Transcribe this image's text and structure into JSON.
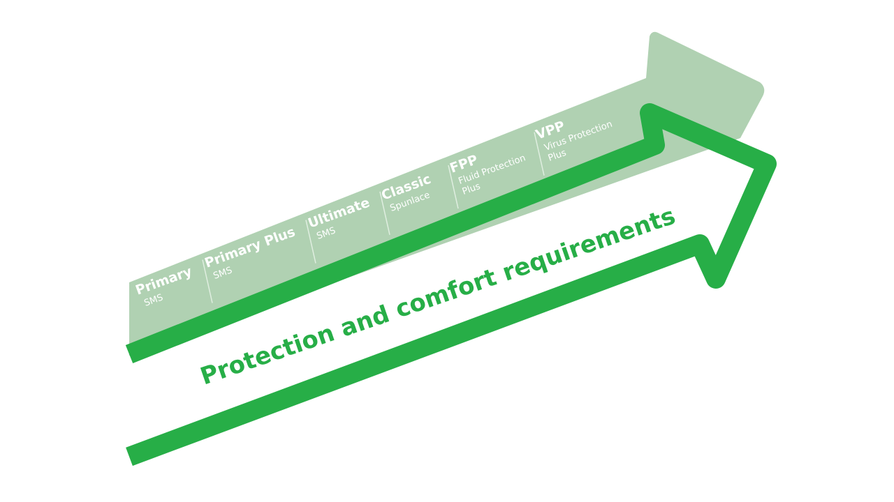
{
  "colors": {
    "light_arrow": "#b0d1b2",
    "outline_arrow": "#27ae47",
    "divider": "#dfeee0",
    "tier_text": "#ffffff",
    "slogan_text": "#27ae47",
    "background": "#ffffff"
  },
  "tiers": [
    {
      "name": "Primary",
      "sub": [
        "SMS"
      ]
    },
    {
      "name": "Primary Plus",
      "sub": [
        "SMS"
      ]
    },
    {
      "name": "Ultimate",
      "sub": [
        "SMS"
      ]
    },
    {
      "name": "Classic",
      "sub": [
        "Spunlace"
      ]
    },
    {
      "name": "FPP",
      "sub": [
        "Fluid Protection",
        "Plus"
      ]
    },
    {
      "name": "VPP",
      "sub": [
        "Virus Protection",
        "Plus"
      ]
    }
  ],
  "slogan": "Protection and comfort requirements"
}
